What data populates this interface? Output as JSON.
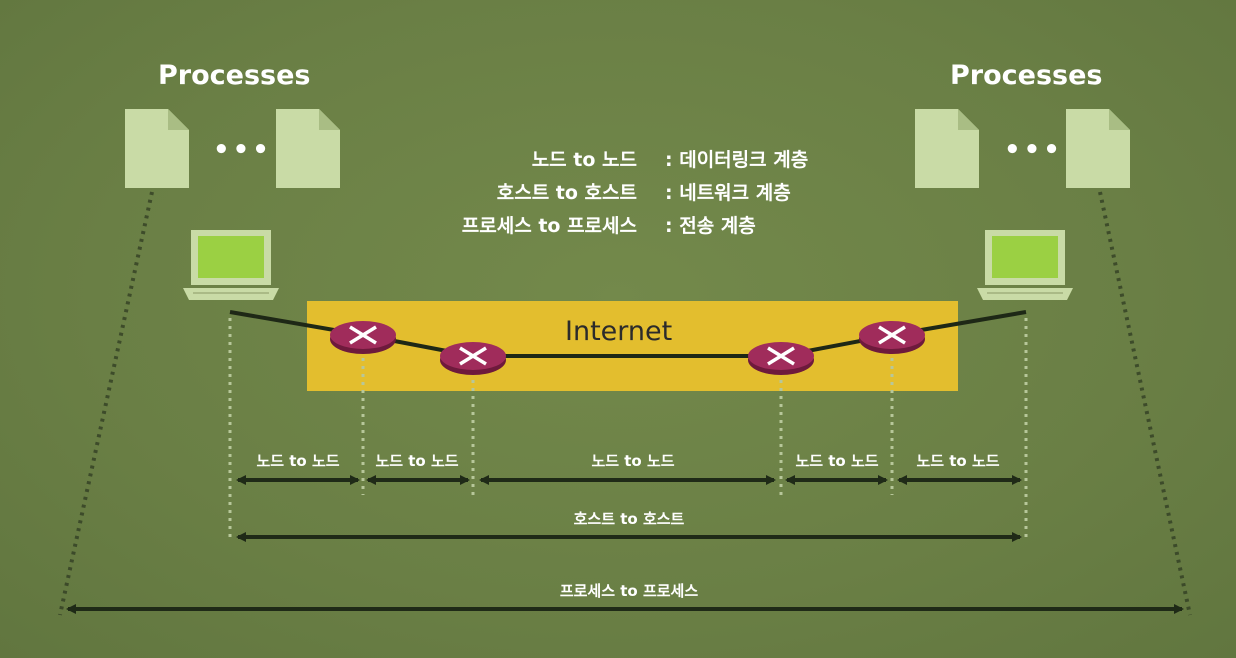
{
  "left_group": {
    "title": "Processes",
    "ellipsis": "•••"
  },
  "right_group": {
    "title": "Processes",
    "ellipsis": "•••"
  },
  "legend": [
    {
      "term": "노드 to 노드",
      "desc": ": 데이터링크 계층"
    },
    {
      "term": "호스트 to 호스트",
      "desc": ": 네트워크 계층"
    },
    {
      "term": "프로세스 to 프로세스",
      "desc": ": 전송 계층"
    }
  ],
  "internet": {
    "label": "Internet"
  },
  "hop_spans": [
    {
      "label": "노드 to 노드"
    },
    {
      "label": "노드 to 노드"
    },
    {
      "label": "노드 to 노드"
    },
    {
      "label": "노드 to 노드"
    },
    {
      "label": "노드 to 노드"
    }
  ],
  "host_span": {
    "label": "호스트 to 호스트"
  },
  "process_span": {
    "label": "프로세스 to 프로세스"
  },
  "colors": {
    "background": "#6e8347",
    "document": "#c9dba6",
    "internet_box": "#e3be2e",
    "router": "#a02c5b",
    "laptop_screen": "#9bd043",
    "arrow": "#1f2a17"
  }
}
